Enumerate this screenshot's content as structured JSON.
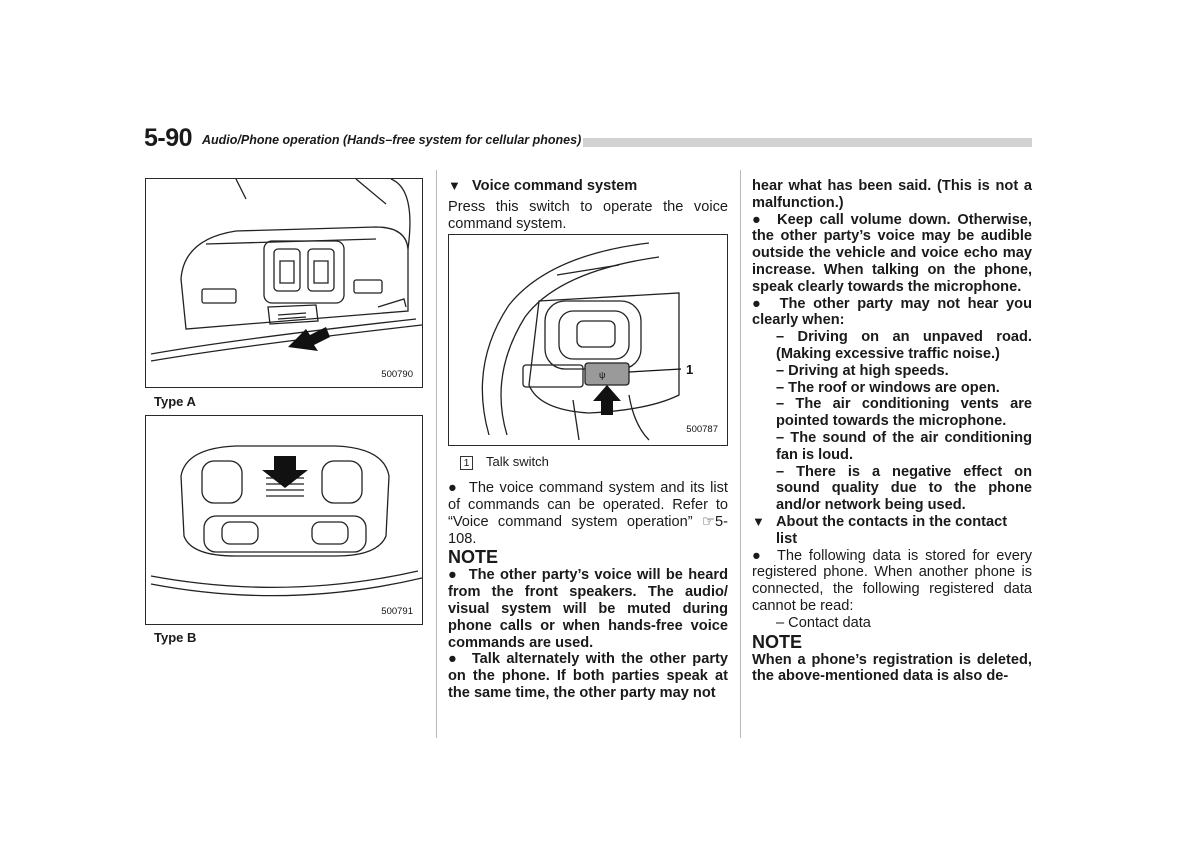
{
  "header": {
    "page_number": "5-90",
    "section_title": "Audio/Phone operation (Hands–free system for cellular phones)"
  },
  "figures": {
    "type_a": {
      "code": "500790",
      "caption": "Type A"
    },
    "type_b": {
      "code": "500791",
      "caption": "Type B"
    },
    "talk_switch": {
      "code": "500787",
      "callout": "1"
    }
  },
  "middle": {
    "heading": "Voice command system",
    "intro": "Press this switch to operate the voice command system.",
    "legend_num": "1",
    "legend_label": "Talk switch",
    "bullet": "The voice command system and its list of commands can be operated. Refer to “Voice command system operation” ☞5-108.",
    "note_title": "NOTE",
    "note_1": "The other party’s voice will be heard from the front speakers. The audio/ visual system will be muted during phone calls or when hands-free voice commands are used.",
    "note_2": "Talk alternately with the other party on the phone. If both parties speak at the same time, the other party may not"
  },
  "right": {
    "cont": "hear what has been said. (This is not a malfunction.)",
    "bullet_volume": "Keep call volume down. Otherwise, the other party’s voice may be audible outside the vehicle and voice echo may increase. When talking on the phone, speak clearly towards the microphone.",
    "bullet_hear": "The other party may not hear you clearly when:",
    "items": [
      "– Driving on an unpaved road. (Making excessive traffic noise.)",
      "– Driving at high speeds.",
      "– The roof or windows are open.",
      "– The air conditioning vents are pointed towards the microphone.",
      "– The sound of the air conditioning fan is loud.",
      "– There is a negative effect on sound quality due to the phone and/or network being used."
    ],
    "heading": "About the contacts in the contact list",
    "bullet_data": "The following data is stored for every registered phone. When another phone is connected, the following registered data cannot be read:",
    "dash_item": "– Contact data",
    "note_title": "NOTE",
    "note_text": "When a phone’s registration is deleted, the above-mentioned data is also de-"
  }
}
